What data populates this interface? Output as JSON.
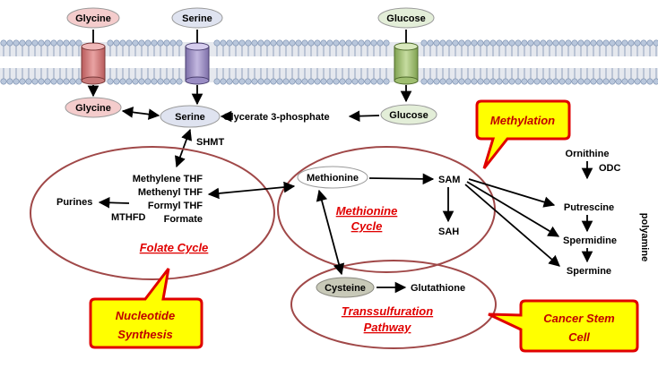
{
  "colors": {
    "membrane_head": "#b9c7dc",
    "membrane_head_stroke": "#7b8faf",
    "glycine_fill": "#f4cccc",
    "serine_fill": "#d9d2e9",
    "glucose_fill": "#d8e8c8",
    "cysteine_fill": "#c8c9b8",
    "cycle_border": "#a04848",
    "callout_fill": "#ffff00",
    "callout_border": "#e00000",
    "label_red": "#e00000"
  },
  "transporters": {
    "glycine": "Glycine",
    "serine": "Serine",
    "glucose": "Glucose"
  },
  "intracellular": {
    "glycine": "Glycine",
    "serine": "Serine",
    "glucose": "Glucose",
    "glycerate": "Glycerate 3-phosphate",
    "shmt": "SHMT"
  },
  "folate": {
    "compounds": [
      "Methylene THF",
      "Methenyl THF",
      "Formyl THF",
      "Formate"
    ],
    "purines": "Purines",
    "mthfd": "MTHFD",
    "cycle_label": "Folate Cycle"
  },
  "methionine": {
    "methionine": "Methionine",
    "sam": "SAM",
    "sah": "SAH",
    "cycle_label_line1": "Methionine",
    "cycle_label_line2": "Cycle"
  },
  "transsulfuration": {
    "cysteine": "Cysteine",
    "glutathione": "Glutathione",
    "label_line1": "Transsulfuration",
    "label_line2": "Pathway"
  },
  "polyamine": {
    "ornithine": "Ornithine",
    "odc": "ODC",
    "putrescine": "Putrescine",
    "spermidine": "Spermidine",
    "spermine": "Spermine",
    "side_label": "polyamine"
  },
  "callouts": {
    "methylation": "Methylation",
    "nucleotide_line1": "Nucleotide",
    "nucleotide_line2": "Synthesis",
    "cancer_line1": "Cancer Stem",
    "cancer_line2": "Cell"
  }
}
